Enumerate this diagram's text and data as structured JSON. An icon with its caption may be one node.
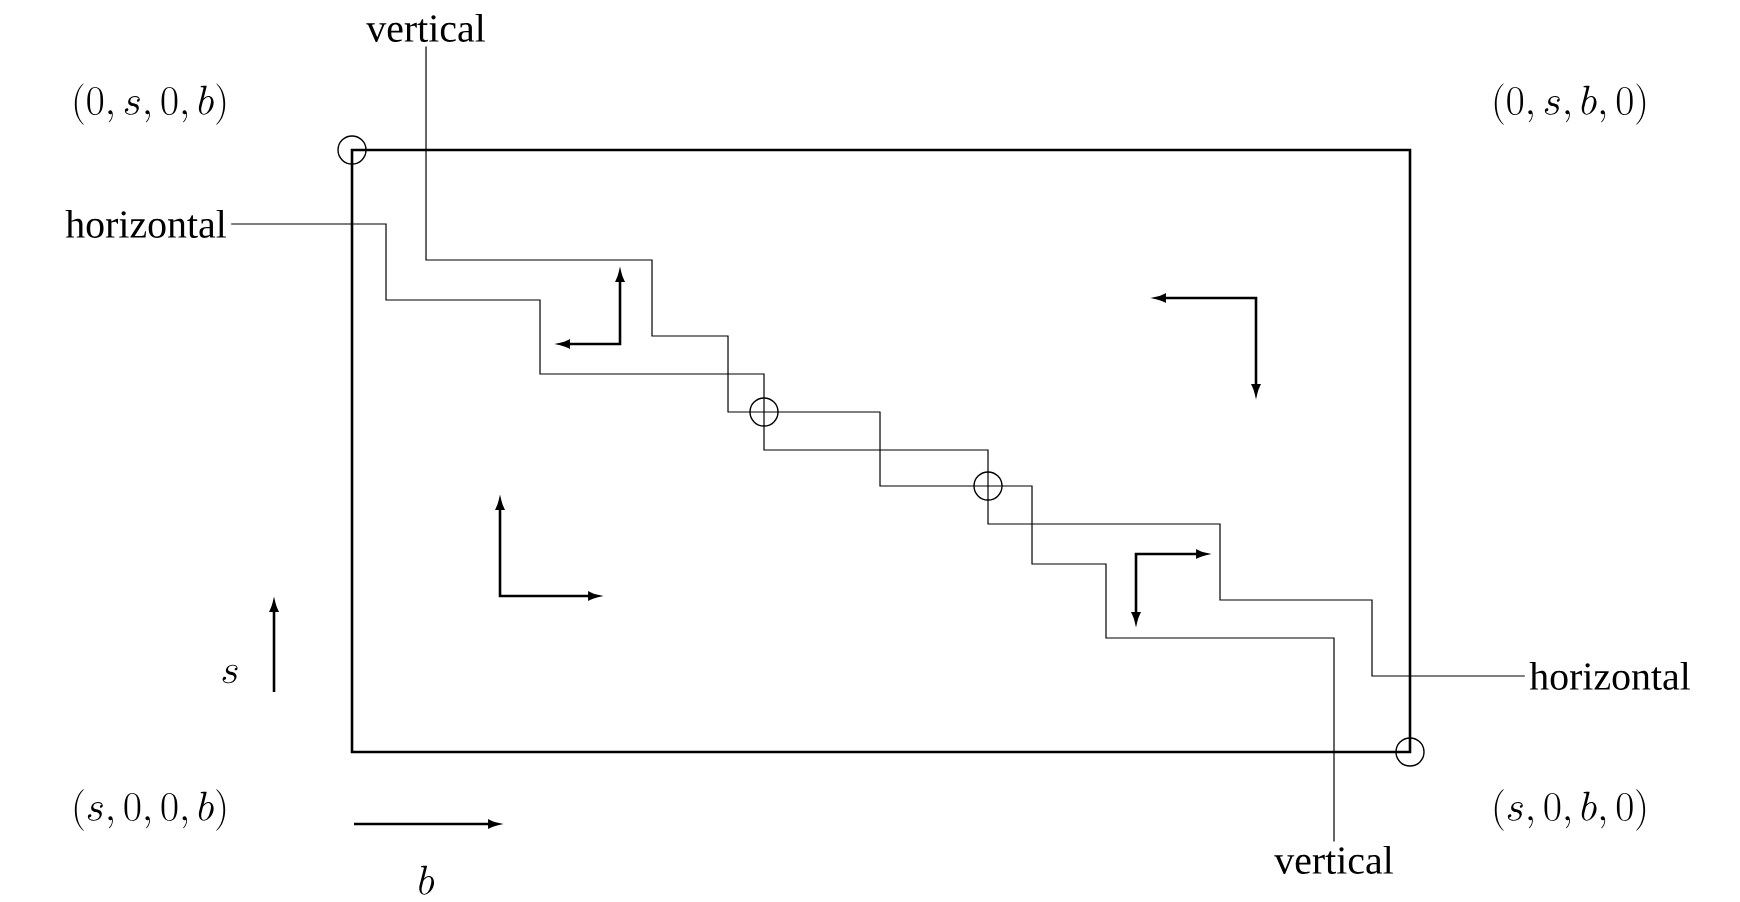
{
  "diagram": {
    "nodes": [
      {
        "text": [
          "vertical"
        ]
      },
      {
        "text": [
          "horizontal"
        ]
      },
      {
        "text": [
          "horizontal"
        ]
      },
      {
        "text": [
          "vertical"
        ]
      }
    ],
    "edges": [
      {
        "from": 0,
        "to": 3,
        "arrow": "none"
      },
      {
        "from": 1,
        "to": 2,
        "arrow": "none"
      }
    ],
    "labels": [
      "(0,s,0,b)",
      "(0,s,b,0)",
      "s",
      "(s,0,0,b)",
      "(s,0,b,0)",
      "b"
    ]
  }
}
